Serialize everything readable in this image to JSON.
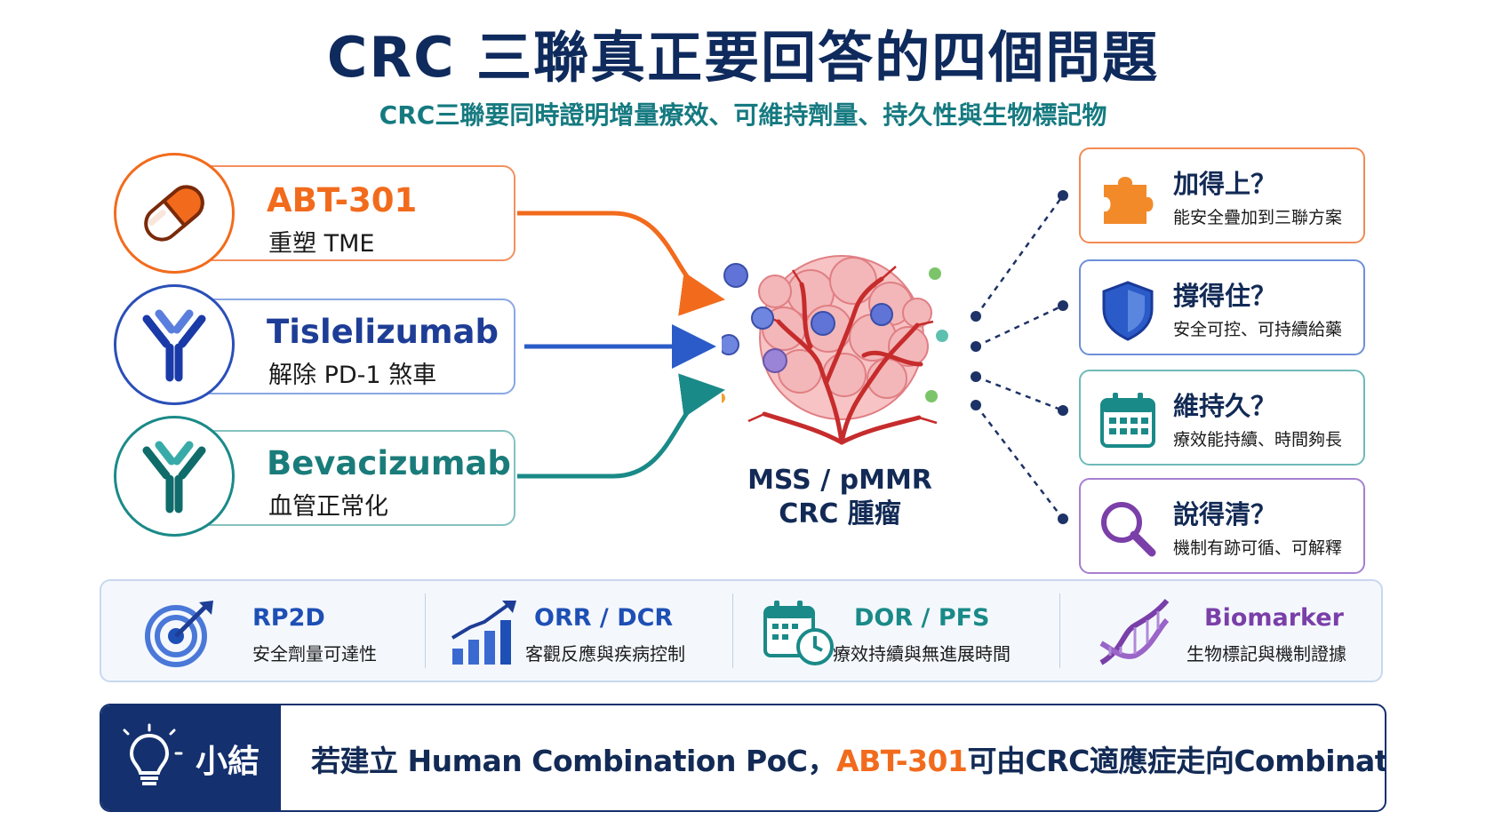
{
  "header": {
    "title": "CRC 三聯真正要回答的四個問題",
    "subtitle": "CRC三聯要同時證明增量療效、可維持劑量、持久性與生物標記物"
  },
  "drugs": [
    {
      "name": "ABT-301",
      "desc": "重塑 TME",
      "color": "#f26b1d",
      "icon": "capsule-icon"
    },
    {
      "name": "Tislelizumab",
      "desc": "解除 PD-1 煞車",
      "color": "#2a4fb8",
      "icon": "antibody-icon"
    },
    {
      "name": "Bevacizumab",
      "desc": "血管正常化",
      "color": "#1a8a88",
      "icon": "antibody-icon"
    }
  ],
  "tumor": {
    "line1": "MSS / pMMR",
    "line2": "CRC 腫瘤"
  },
  "questions": [
    {
      "title": "加得上？",
      "desc": "能安全疊加到三聯方案",
      "color": "#f26b1d",
      "icon": "puzzle-icon"
    },
    {
      "title": "撐得住？",
      "desc": "安全可控、可持續給藥",
      "color": "#2a5bc8",
      "icon": "shield-icon"
    },
    {
      "title": "維持久？",
      "desc": "療效能持續、時間夠長",
      "color": "#1a8a88",
      "icon": "calendar-icon"
    },
    {
      "title": "說得清？",
      "desc": "機制有跡可循、可解釋",
      "color": "#7a3fa8",
      "icon": "magnifier-icon"
    }
  ],
  "metrics": [
    {
      "label": "RP2D",
      "desc": "安全劑量可達性",
      "color": "#1e4fb5",
      "icon": "target-icon"
    },
    {
      "label": "ORR / DCR",
      "desc": "客觀反應與疾病控制",
      "color": "#1e4fb5",
      "icon": "bar-growth-icon"
    },
    {
      "label": "DOR / PFS",
      "desc": "療效持續與無進展時間",
      "color": "#1a8a88",
      "icon": "calendar-clock-icon"
    },
    {
      "label": "Biomarker",
      "desc": "生物標記與機制證據",
      "color": "#7a3fa8",
      "icon": "dna-icon"
    }
  ],
  "summary": {
    "label": "小結",
    "text_before": "若建立 Human Combination PoC，",
    "text_highlight": "ABT-301",
    "text_after": "可由CRC適應症走向Combination Layer",
    "icon": "lightbulb-icon"
  }
}
